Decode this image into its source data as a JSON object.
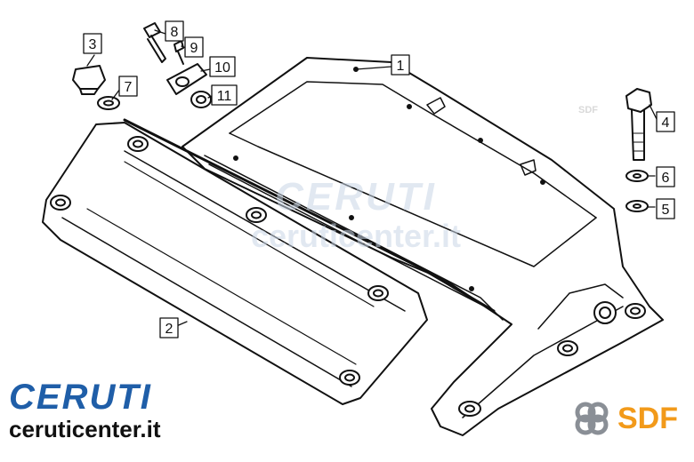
{
  "callouts": [
    {
      "id": "1",
      "label": "1"
    },
    {
      "id": "2",
      "label": "2"
    },
    {
      "id": "3",
      "label": "3"
    },
    {
      "id": "4",
      "label": "4"
    },
    {
      "id": "5",
      "label": "5"
    },
    {
      "id": "6",
      "label": "6"
    },
    {
      "id": "7",
      "label": "7"
    },
    {
      "id": "8",
      "label": "8"
    },
    {
      "id": "9",
      "label": "9"
    },
    {
      "id": "10",
      "label": "10"
    },
    {
      "id": "11",
      "label": "11"
    }
  ],
  "watermark": {
    "top": "CERUTI",
    "bottom": "ceruticenter.it",
    "small": "SDF"
  },
  "brand": {
    "top": "CERUTI",
    "bottom": "ceruticenter.it"
  },
  "sdf": {
    "text": "SDF",
    "accent": "#f29a1a",
    "ring": "#8a8f96"
  },
  "colors": {
    "line": "#111111",
    "brand_blue": "#1f5ea8",
    "watermark": "#c9d6e6"
  }
}
